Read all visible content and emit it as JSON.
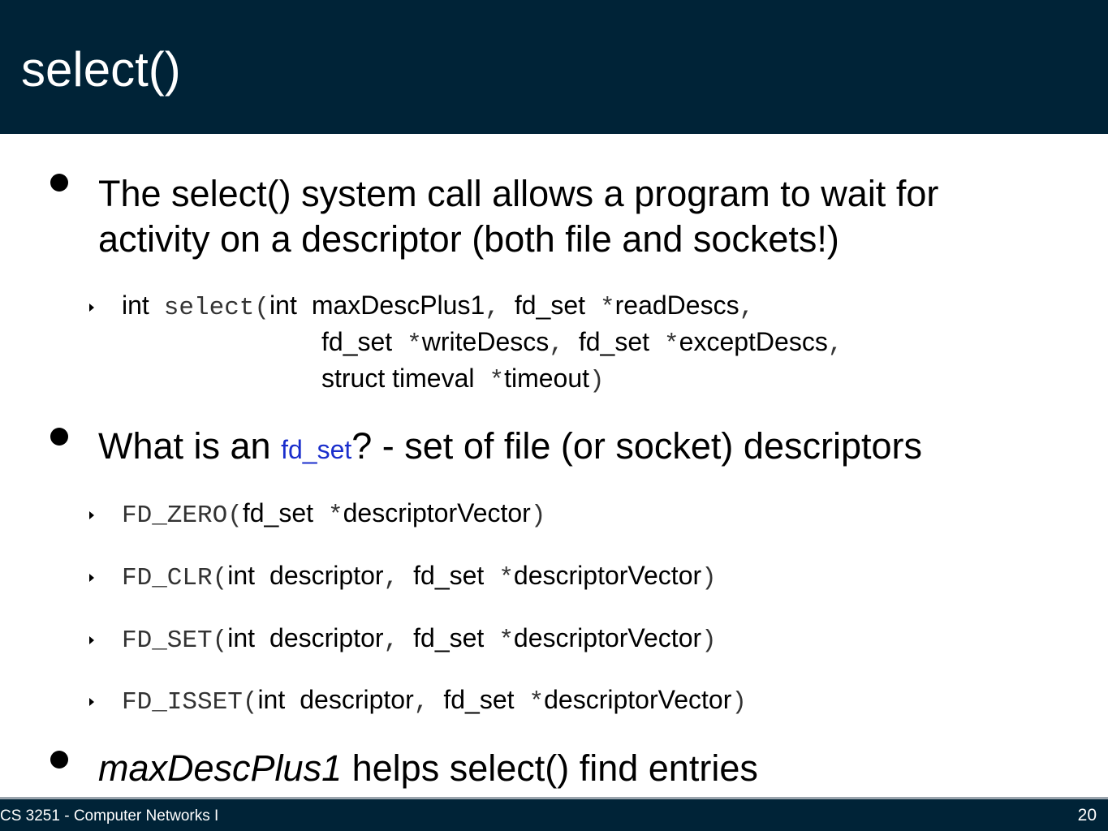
{
  "slide": {
    "title": "select()"
  },
  "bullets": {
    "b1_line1": "The select() system call allows a program to wait for",
    "b1_line2": "activity on a descriptor (both file and sockets!)",
    "b2_pre": "What is an ",
    "b2_term": "fd_set",
    "b2_post": "? - set of file (or socket) descriptors",
    "b3_term": "maxDescPlus1",
    "b3_post": " helps select() find entries"
  },
  "signature": {
    "int": "int",
    "select": "select(",
    "l1_a": "int",
    "l1_b": "maxDescPlus1",
    "comma": ",",
    "l1_c": "fd_set",
    "star": "*",
    "l1_d": "readDescs",
    "l2_a": "fd_set",
    "l2_b": "writeDescs",
    "l2_c": "fd_set",
    "l2_d": "exceptDescs",
    "l3_a": "struct timeval",
    "l3_b": "timeout",
    "close": ")"
  },
  "macros": {
    "zero": "FD_ZERO(",
    "clr": "FD_CLR(",
    "set": "FD_SET(",
    "isset": "FD_ISSET(",
    "int": "int",
    "descriptor": "descriptor",
    "comma": ",",
    "fd_set": "fd_set",
    "star": "*",
    "vector": "descriptorVector",
    "close": ")"
  },
  "footer": {
    "course": "CS 3251 - Computer Networks I",
    "page": "20"
  }
}
